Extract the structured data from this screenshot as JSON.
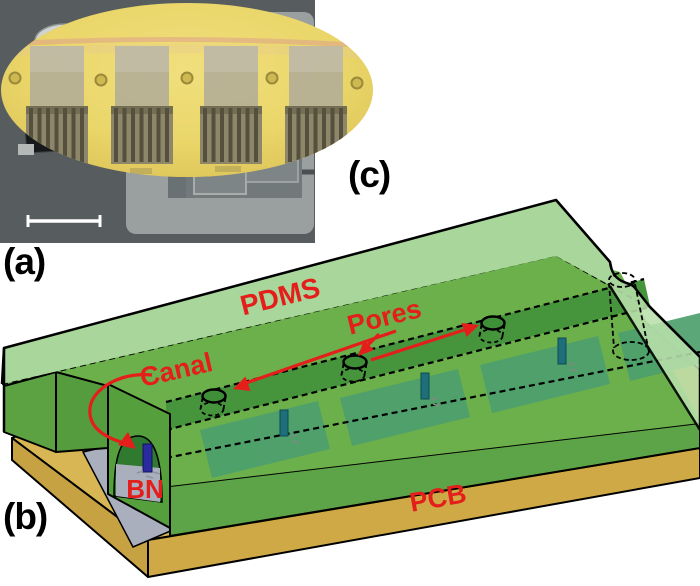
{
  "figure": {
    "panel_a": {
      "label": "(a)"
    },
    "panel_b": {
      "label": "(b)",
      "annotations": {
        "pdms": "PDMS",
        "canal": "Canal",
        "pores": "Pores",
        "bn": "BN",
        "pcb": "PCB"
      }
    },
    "panel_c": {
      "label": "(c)"
    }
  },
  "colors": {
    "annotation_red": "#e41e1a",
    "pdms_top_green": "#a9d79b",
    "pdms_side_green": "#6cb04c",
    "channel_dark_green": "#46953c",
    "chip_teal": "#4d9f6d",
    "pillar_teal": "#1f6f7a",
    "bn_pillar_blue": "#2b2ba0",
    "pcb_gold": "#d9b654",
    "pcb_gold_dark": "#c7a243",
    "chip_gray": "#a9afbd",
    "photo_yellow": "#ead669",
    "sem_background_gray": "#575d5f"
  }
}
